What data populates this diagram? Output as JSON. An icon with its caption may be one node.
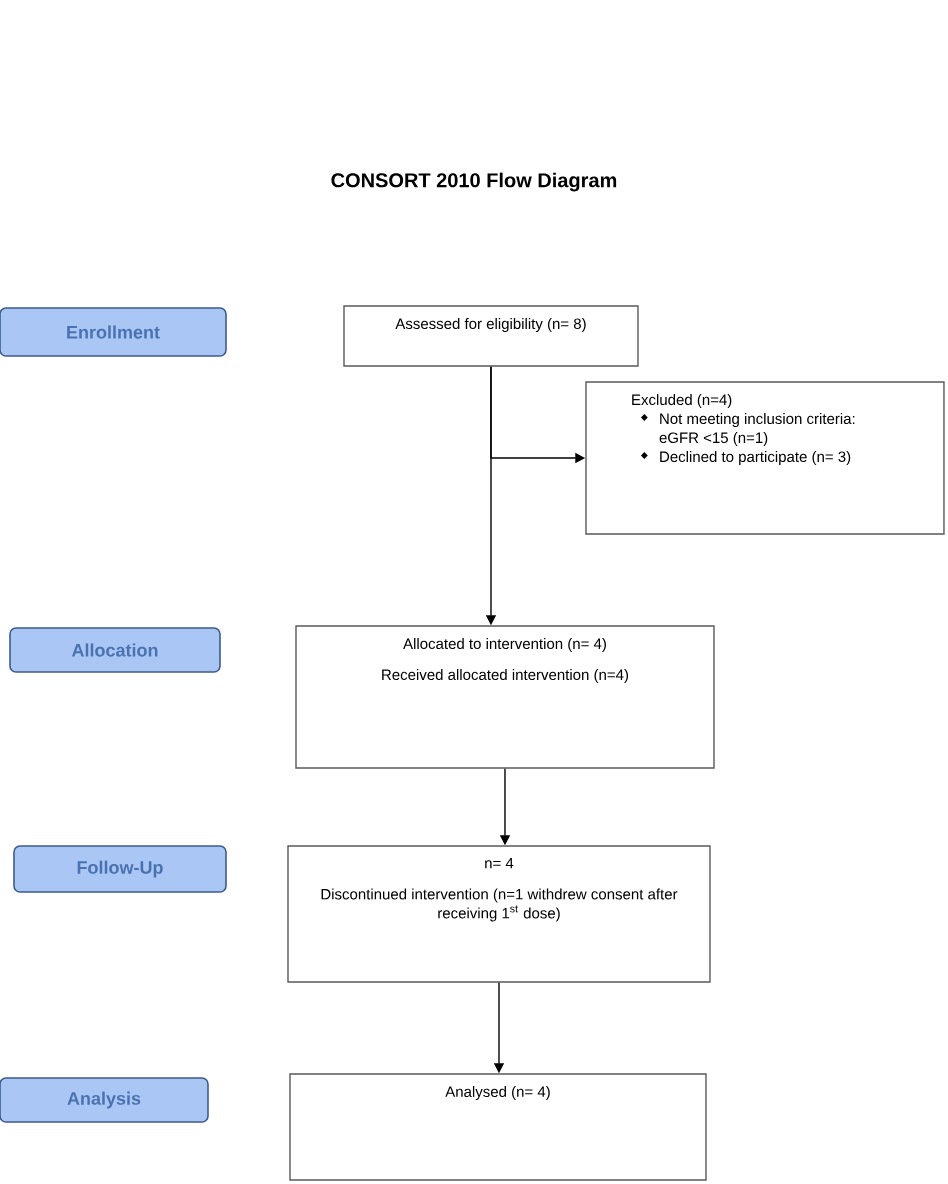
{
  "diagram": {
    "title": "CONSORT 2010 Flow Diagram",
    "nodes": [
      {
        "text": [
          "Enrollment"
        ]
      },
      {
        "text": [
          "Assessed for eligibility (n= 8)"
        ]
      },
      {
        "text": [
          "Excluded (n=4)",
          "Not meeting inclusion criteria: eGFR <15 (n=1)",
          "Declined to participate (n= 3)"
        ]
      },
      {
        "text": [
          "Allocation"
        ]
      },
      {
        "text": [
          "Allocated to intervention (n= 4)",
          "Received allocated intervention (n=4)"
        ]
      },
      {
        "text": [
          "Follow-Up"
        ]
      },
      {
        "text": [
          "n= 4",
          "Discontinued intervention (n=1 withdrew consent after receiving 1$^{st}$ dose)"
        ]
      },
      {
        "text": [
          "Analysis"
        ]
      },
      {
        "text": [
          "Analysed (n= 4)"
        ]
      }
    ],
    "edges": [
      {
        "from": 1,
        "to": 4,
        "arrow": "to"
      },
      {
        "from": 1,
        "to": 2,
        "arrow": "to"
      },
      {
        "from": 4,
        "to": 6,
        "arrow": "to"
      },
      {
        "from": 6,
        "to": 8,
        "arrow": "to"
      }
    ]
  }
}
